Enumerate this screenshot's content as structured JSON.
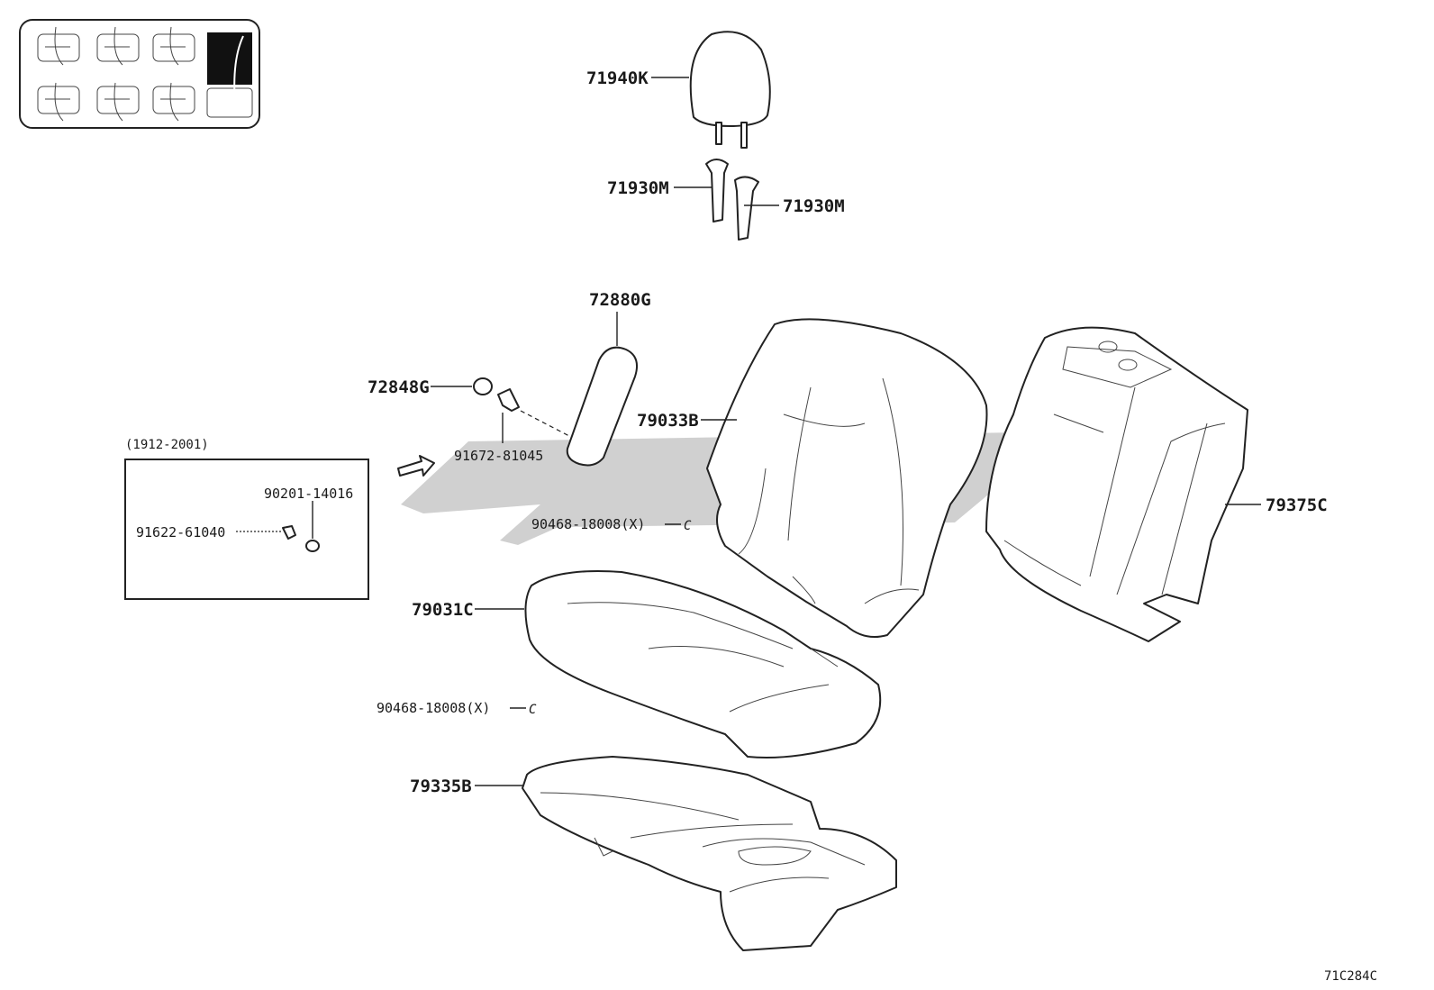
{
  "diagram": {
    "diagram_code": "71C284C",
    "date_range_note": "(1912-2001)",
    "parts": {
      "headrest": "71940K",
      "headrest_support_left": "71930M",
      "headrest_support_right": "71930M",
      "armrest": "72880G",
      "cap": "72848G",
      "screw_armrest": "91672-81045",
      "seatback_cover": "79033B",
      "seatback_pad": "79375C",
      "clip_back": "90468-18008(X)",
      "clip_back_marker": "C",
      "seat_cushion_cover": "79031C",
      "clip_cushion": "90468-18008(X)",
      "clip_cushion_marker": "C",
      "seat_cushion_pad": "79335B",
      "inset_bolt": "91622-61040",
      "inset_washer": "90201-14016"
    }
  }
}
